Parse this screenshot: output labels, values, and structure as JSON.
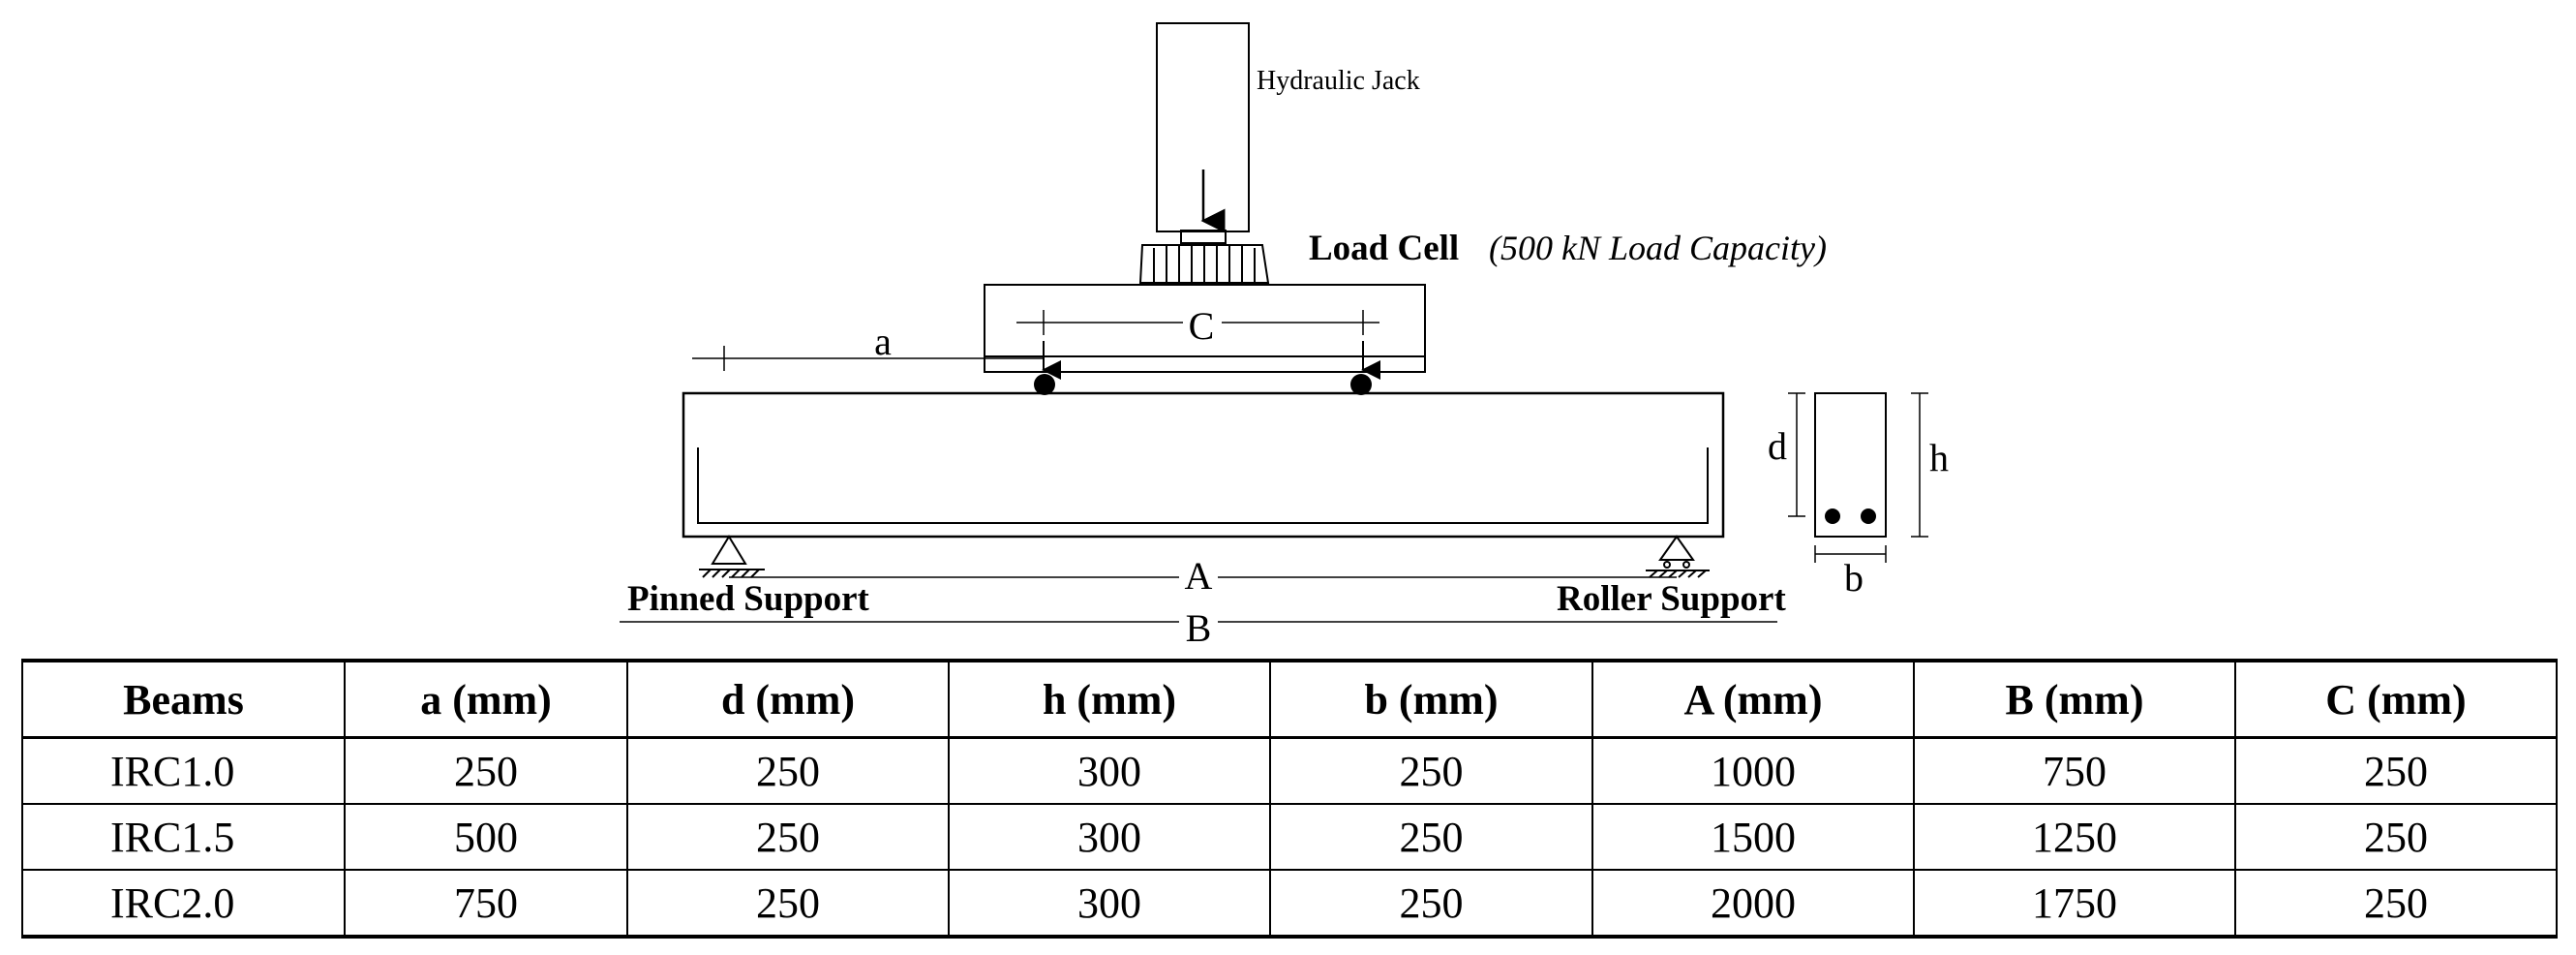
{
  "diagram": {
    "jack_label": "Hydraulic Jack",
    "load_cell_label": "Load Cell",
    "load_cell_capacity": "(500 kN Load Capacity)",
    "dim_a": "a",
    "dim_c": "C",
    "dim_d": "d",
    "dim_h": "h",
    "dim_b": "b",
    "dim_A": "A",
    "dim_B": "B",
    "pinned_label": "Pinned Support",
    "roller_label": "Roller Support"
  },
  "table": {
    "headers": [
      "Beams",
      "a (mm)",
      "d (mm)",
      "h (mm)",
      "b (mm)",
      "A (mm)",
      "B (mm)",
      "C (mm)"
    ],
    "rows": [
      [
        "IRC1.0",
        "250",
        "250",
        "300",
        "250",
        "1000",
        "750",
        "250"
      ],
      [
        "IRC1.5",
        "500",
        "250",
        "300",
        "250",
        "1500",
        "1250",
        "250"
      ],
      [
        "IRC2.0",
        "750",
        "250",
        "300",
        "250",
        "2000",
        "1750",
        "250"
      ]
    ]
  }
}
